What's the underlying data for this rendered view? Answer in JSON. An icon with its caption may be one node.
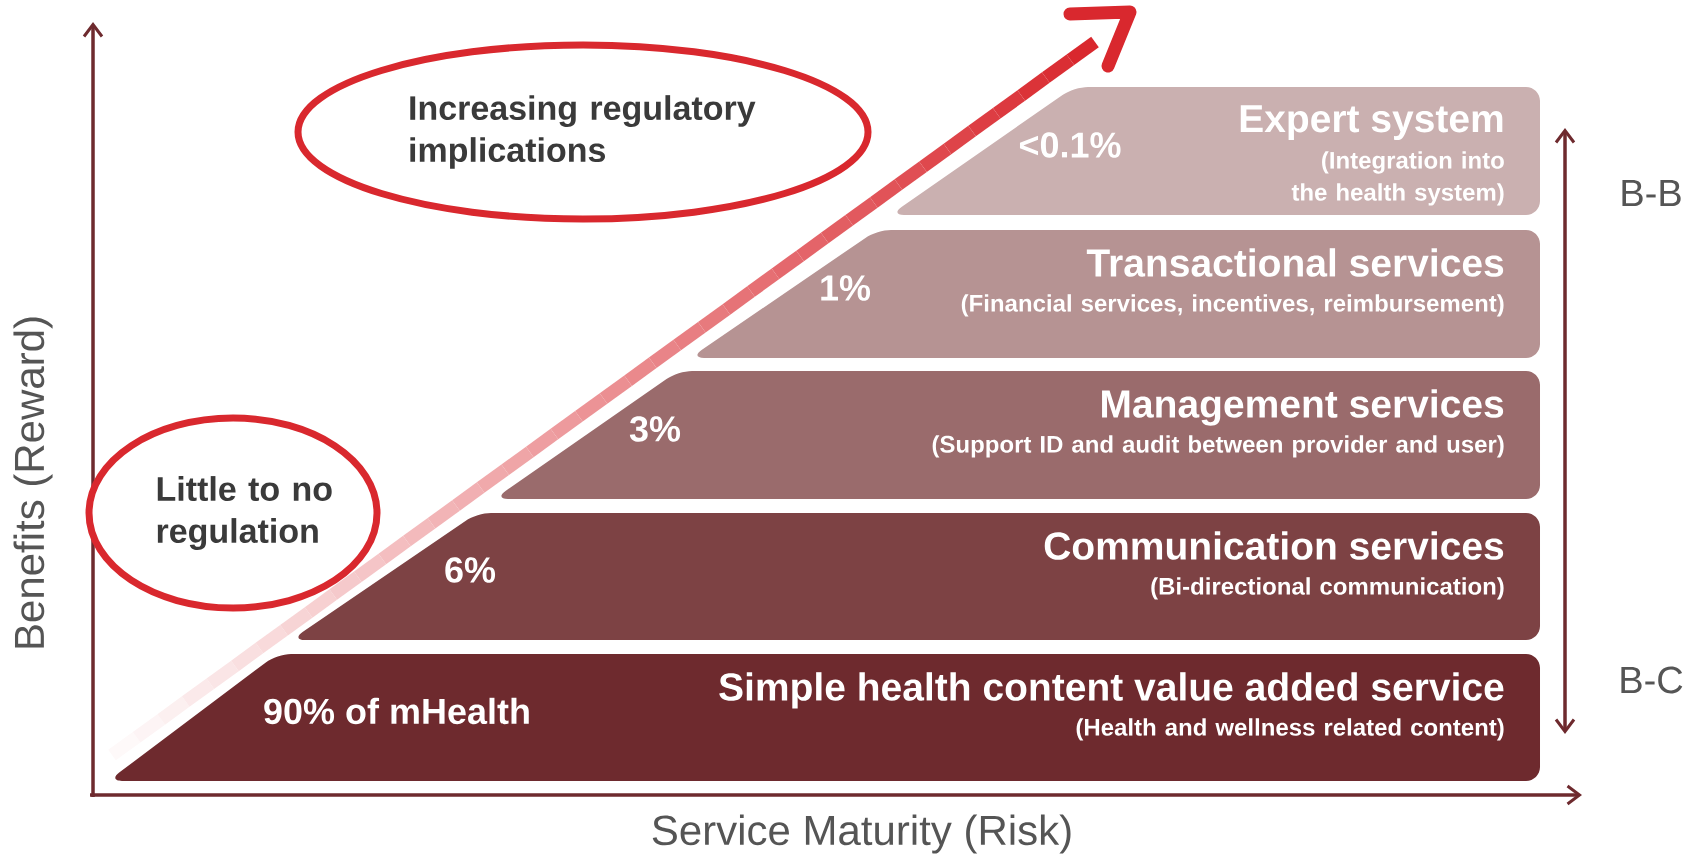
{
  "diagram": {
    "nodes": [
      {
        "text": [
          "Increasing regulatory implications"
        ]
      },
      {
        "text": [
          "Little to no regulation"
        ]
      },
      {
        "text": [
          "<0.1%",
          "Expert system",
          "(Integration into the health system)"
        ]
      },
      {
        "text": [
          "1%",
          "Transactional services",
          "(Financial services, incentives, reimbursement)"
        ]
      },
      {
        "text": [
          "3%",
          "Management services",
          "(Support ID and audit between provider and user)"
        ]
      },
      {
        "text": [
          "6%",
          "Communication services",
          "(Bi-directional communication)"
        ]
      },
      {
        "text": [
          "90% of mHealth",
          "Simple health content value added service",
          "(Health and wellness related content)"
        ]
      }
    ],
    "labels": [
      "Benefits (Reward)",
      "B-B",
      "B-C",
      "Service Maturity (Risk)"
    ]
  }
}
